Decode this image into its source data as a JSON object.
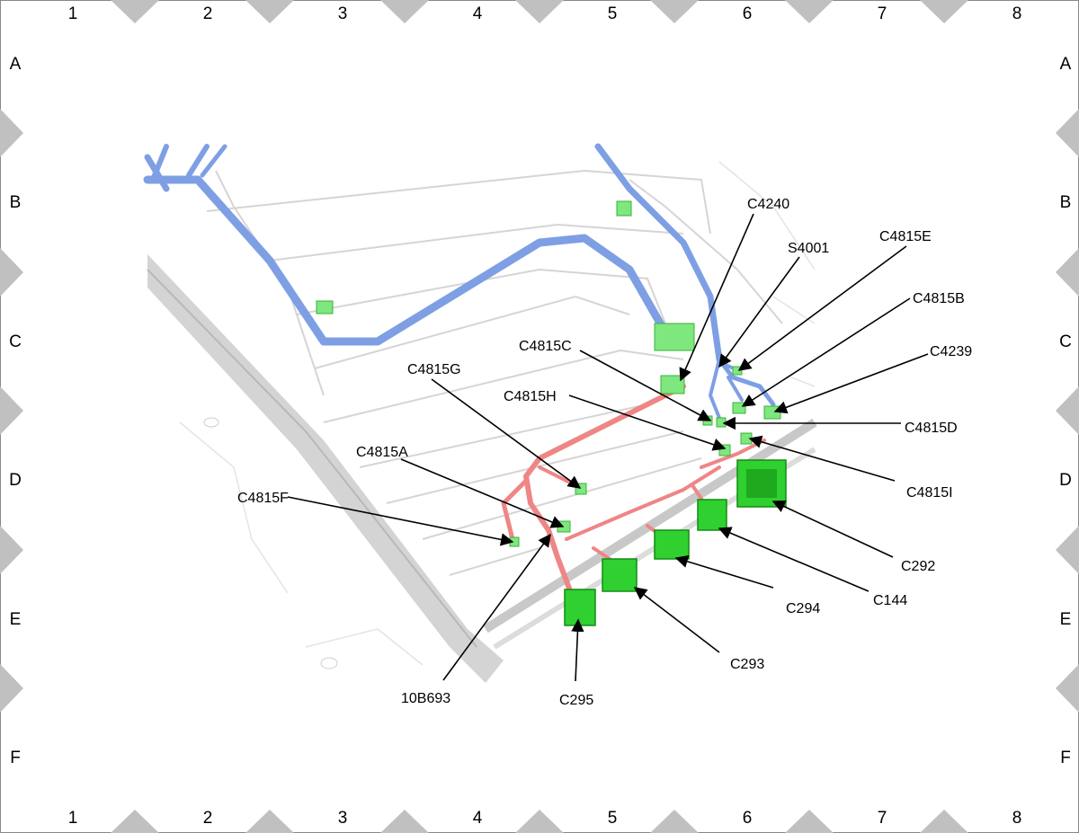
{
  "grid": {
    "columns": [
      "1",
      "2",
      "3",
      "4",
      "5",
      "6",
      "7",
      "8"
    ],
    "rows": [
      "A",
      "B",
      "C",
      "D",
      "E",
      "F"
    ]
  },
  "colors": {
    "blue_harness": "#7e9fe4",
    "red_harness": "#ef8585",
    "connector_light": "#7ee77e",
    "connector_dark": "#2fd02f",
    "panel_line": "#d5d5d5",
    "marker": "#c0c0c0"
  },
  "callouts": [
    {
      "id": "C4240",
      "label": "C4240"
    },
    {
      "id": "S4001",
      "label": "S4001"
    },
    {
      "id": "C4815E",
      "label": "C4815E"
    },
    {
      "id": "C4815B",
      "label": "C4815B"
    },
    {
      "id": "C4239",
      "label": "C4239"
    },
    {
      "id": "C4815C",
      "label": "C4815C"
    },
    {
      "id": "C4815G",
      "label": "C4815G"
    },
    {
      "id": "C4815H",
      "label": "C4815H"
    },
    {
      "id": "C4815D",
      "label": "C4815D"
    },
    {
      "id": "C4815A",
      "label": "C4815A"
    },
    {
      "id": "C4815I",
      "label": "C4815I"
    },
    {
      "id": "C4815F",
      "label": "C4815F"
    },
    {
      "id": "C292",
      "label": "C292"
    },
    {
      "id": "C144",
      "label": "C144"
    },
    {
      "id": "C294",
      "label": "C294"
    },
    {
      "id": "C293",
      "label": "C293"
    },
    {
      "id": "10B693",
      "label": "10B693"
    },
    {
      "id": "C295",
      "label": "C295"
    }
  ]
}
